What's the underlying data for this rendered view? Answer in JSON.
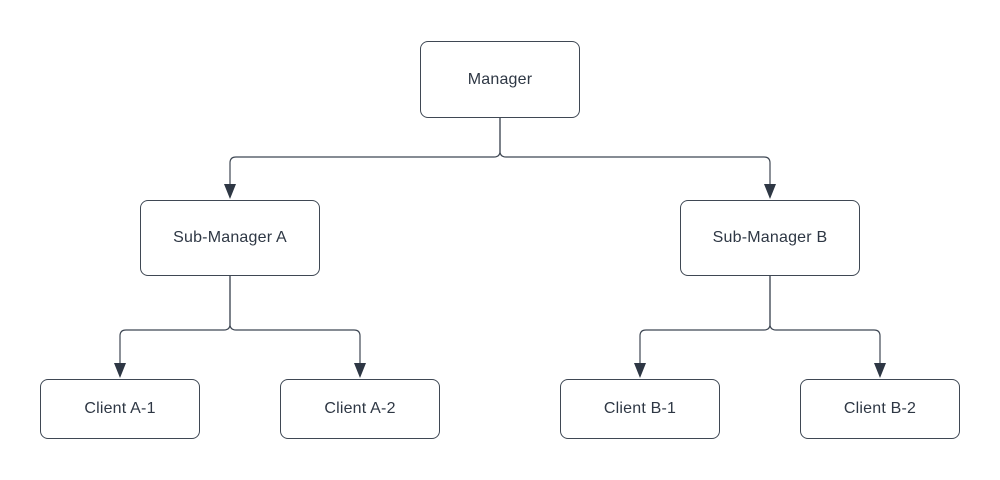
{
  "diagram": {
    "type": "org-chart-tree",
    "background": "#ffffff",
    "colors": {
      "node_fill": "#ffffff",
      "node_border": "#3f4854",
      "text": "#2e3744",
      "connector": "#3f4854",
      "arrowhead": "#2e3744"
    },
    "nodes": [
      {
        "id": "manager",
        "label": "Manager",
        "level": 0,
        "parent": null
      },
      {
        "id": "sub-manager-a",
        "label": "Sub-Manager A",
        "level": 1,
        "parent": "manager"
      },
      {
        "id": "sub-manager-b",
        "label": "Sub-Manager B",
        "level": 1,
        "parent": "manager"
      },
      {
        "id": "client-a-1",
        "label": "Client A-1",
        "level": 2,
        "parent": "sub-manager-a"
      },
      {
        "id": "client-a-2",
        "label": "Client A-2",
        "level": 2,
        "parent": "sub-manager-a"
      },
      {
        "id": "client-b-1",
        "label": "Client B-1",
        "level": 2,
        "parent": "sub-manager-b"
      },
      {
        "id": "client-b-2",
        "label": "Client B-2",
        "level": 2,
        "parent": "sub-manager-b"
      }
    ],
    "edges": [
      {
        "from": "manager",
        "to": "sub-manager-a",
        "arrow": "filled-triangle"
      },
      {
        "from": "manager",
        "to": "sub-manager-b",
        "arrow": "filled-triangle"
      },
      {
        "from": "sub-manager-a",
        "to": "client-a-1",
        "arrow": "filled-triangle"
      },
      {
        "from": "sub-manager-a",
        "to": "client-a-2",
        "arrow": "filled-triangle"
      },
      {
        "from": "sub-manager-b",
        "to": "client-b-1",
        "arrow": "filled-triangle"
      },
      {
        "from": "sub-manager-b",
        "to": "client-b-2",
        "arrow": "filled-triangle"
      }
    ]
  }
}
